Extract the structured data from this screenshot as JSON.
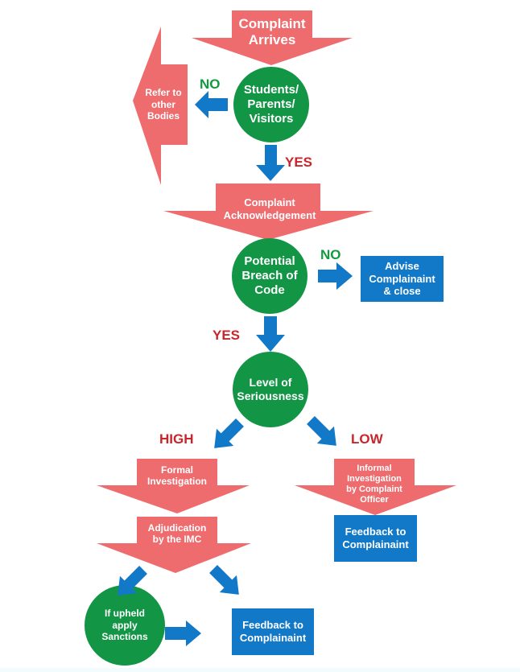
{
  "colors": {
    "salmon": "#ee6b6e",
    "green": "#139546",
    "blue": "#1278c8",
    "label_green": "#119a3f",
    "label_red": "#c8262b"
  },
  "nodes": {
    "complaint_arrives": {
      "label": "Complaint\nArrives",
      "shape": "down-arrow"
    },
    "students_parents_visitors": {
      "label": "Students/\nParents/\nVisitors",
      "shape": "circle"
    },
    "refer_other_bodies": {
      "label": "Refer to\nother\nBodies",
      "shape": "left-arrow"
    },
    "complaint_acknowledgement": {
      "label": "Complaint\nAcknowledgement",
      "shape": "down-arrow"
    },
    "potential_breach": {
      "label": "Potential\nBreach of\nCode",
      "shape": "circle"
    },
    "advise_close": {
      "label": "Advise\nComplainaint\n& close",
      "shape": "box"
    },
    "level_seriousness": {
      "label": "Level of\nSeriousness",
      "shape": "circle"
    },
    "formal_investigation": {
      "label": "Formal\nInvestigation",
      "shape": "down-arrow"
    },
    "adjudication": {
      "label": "Adjudication\nby the IMC",
      "shape": "down-arrow"
    },
    "informal_investigation": {
      "label": "Informal\nInvestigation\nby Complaint\nOfficer",
      "shape": "down-arrow"
    },
    "feedback_low": {
      "label": "Feedback to\nComplainaint",
      "shape": "box"
    },
    "sanctions": {
      "label": "If upheld\napply\nSanctions",
      "shape": "circle"
    },
    "feedback_high": {
      "label": "Feedback to\nComplainaint",
      "shape": "box"
    }
  },
  "edge_labels": {
    "no_1": "NO",
    "yes_1": "YES",
    "no_2": "NO",
    "yes_2": "YES",
    "high": "HIGH",
    "low": "LOW"
  },
  "edges": [
    {
      "from": "complaint_arrives",
      "to": "students_parents_visitors"
    },
    {
      "from": "students_parents_visitors",
      "to": "refer_other_bodies",
      "label": "NO"
    },
    {
      "from": "students_parents_visitors",
      "to": "complaint_acknowledgement",
      "label": "YES"
    },
    {
      "from": "complaint_acknowledgement",
      "to": "potential_breach"
    },
    {
      "from": "potential_breach",
      "to": "advise_close",
      "label": "NO"
    },
    {
      "from": "potential_breach",
      "to": "level_seriousness",
      "label": "YES"
    },
    {
      "from": "level_seriousness",
      "to": "formal_investigation",
      "label": "HIGH"
    },
    {
      "from": "level_seriousness",
      "to": "informal_investigation",
      "label": "LOW"
    },
    {
      "from": "formal_investigation",
      "to": "adjudication"
    },
    {
      "from": "adjudication",
      "to": "sanctions"
    },
    {
      "from": "adjudication",
      "to": "feedback_high"
    },
    {
      "from": "sanctions",
      "to": "feedback_high"
    },
    {
      "from": "informal_investigation",
      "to": "feedback_low"
    }
  ]
}
